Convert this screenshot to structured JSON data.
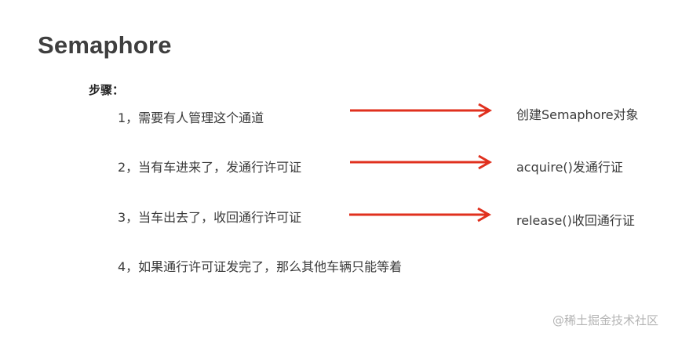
{
  "title": "Semaphore",
  "steps_label": "步骤：",
  "steps": [
    "1，需要有人管理这个通道",
    "2，当有车进来了，发通行许可证",
    "3，当车出去了，收回通行许可证",
    "4，如果通行许可证发完了，那么其他车辆只能等着"
  ],
  "results": [
    "创建Semaphore对象",
    "acquire()发通行证",
    "release()收回通行证"
  ],
  "arrow_color": "#e0301e",
  "watermark": "@稀土掘金技术社区"
}
